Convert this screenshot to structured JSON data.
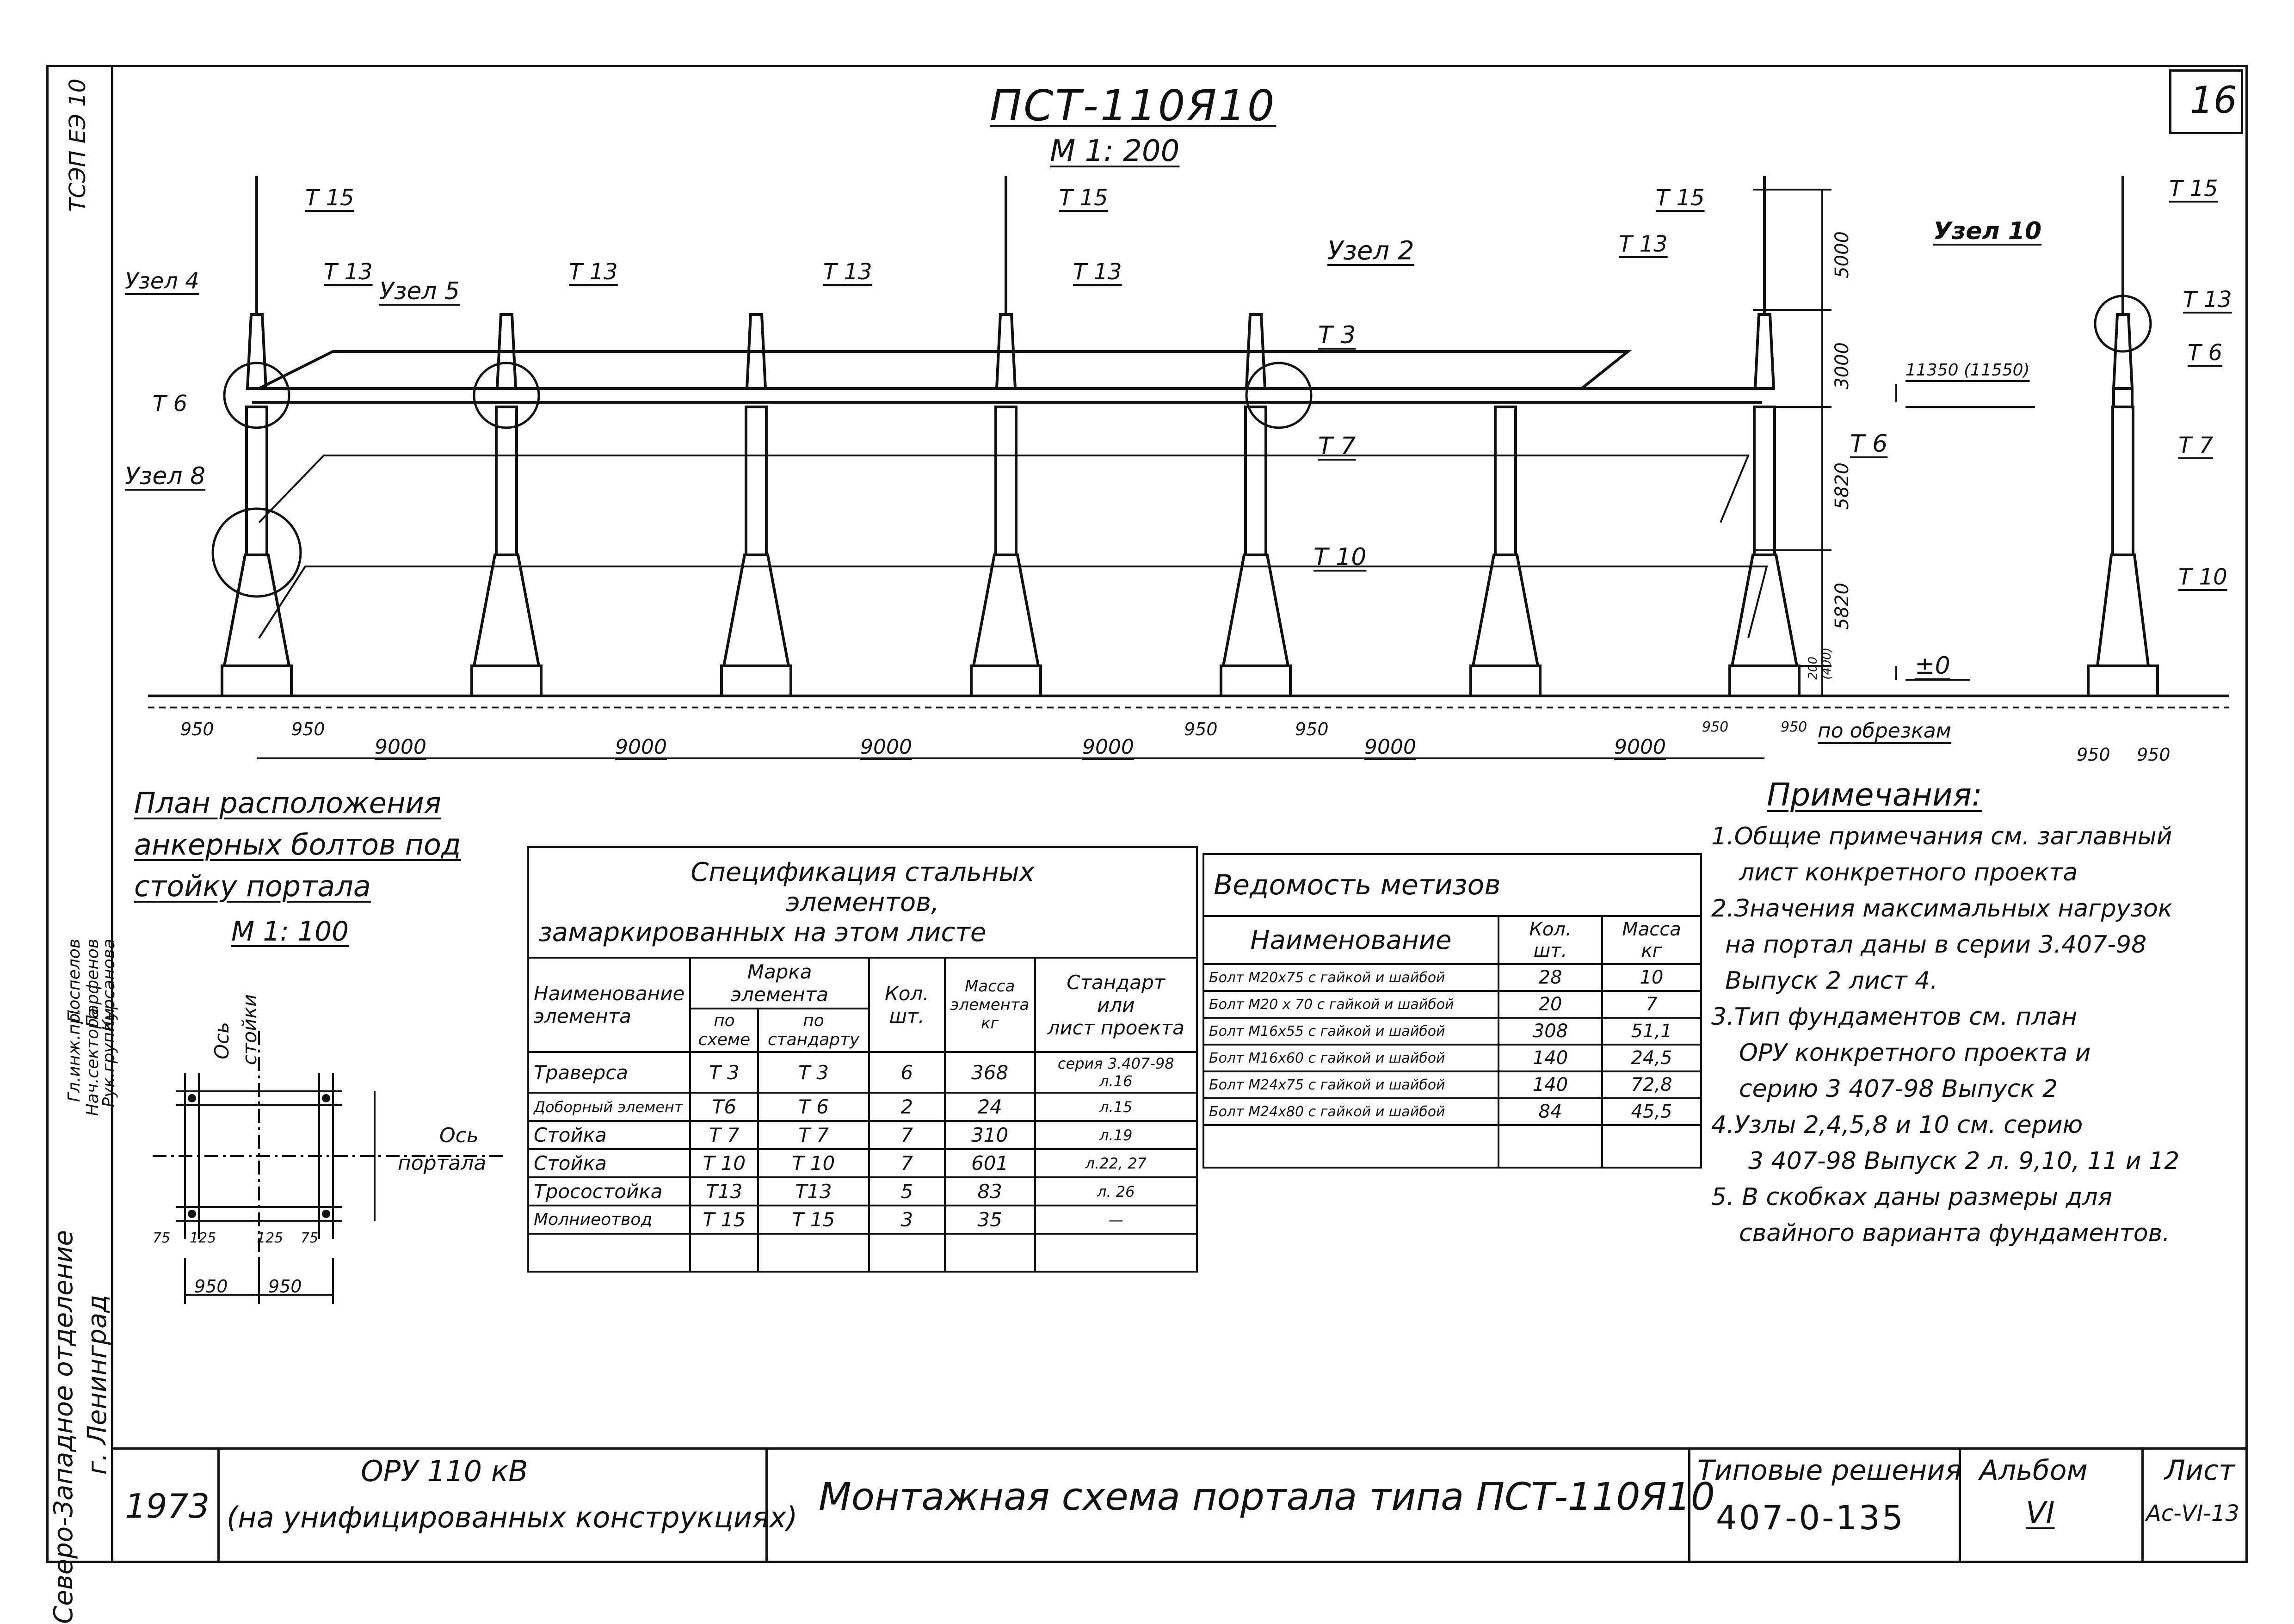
{
  "header": {
    "code": "ПСТ-110Я10",
    "scale": "М 1: 200",
    "sheet_num": "16"
  },
  "portal_labels": {
    "t15": "Т 15",
    "t13": "Т 13",
    "t3": "Т 3",
    "t6": "Т 6",
    "t7": "Т 7",
    "t10": "Т 10",
    "node2": "Узел 2",
    "node4": "Узел 4",
    "node5": "Узел 5",
    "node8": "Узел 8",
    "node10": "Узел 10",
    "dim_5000": "5000",
    "dim_3000": "3000",
    "dim_5820a": "5820",
    "dim_5820b": "5820",
    "dim_200": "200",
    "dim_400": "(400)",
    "elev_11350": "11350 (11550)",
    "elev_zero": "±0",
    "ground": "по обрезкам",
    "span": "9000",
    "half": "950"
  },
  "plan": {
    "title_lines": [
      "План расположения",
      "анкерных болтов под",
      "стойку портала"
    ],
    "scale": "М 1: 100",
    "axis_post": [
      "Ось",
      "стойки"
    ],
    "axis_portal": [
      "Ось",
      "портала"
    ],
    "d75": "75",
    "d125": "125",
    "d950": "950"
  },
  "spec": {
    "title_lines": [
      "Спецификация стальных",
      "элементов,",
      "замаркированных на этом листе"
    ],
    "h_name": [
      "Наименование",
      "элемента"
    ],
    "h_mark": "Марка элемента",
    "h_scheme": [
      "по",
      "схеме"
    ],
    "h_std": [
      "по",
      "стандарту"
    ],
    "h_qty": [
      "Кол.",
      "шт."
    ],
    "h_mass": [
      "Масса",
      "элемента",
      "кг"
    ],
    "h_standard": [
      "Стандарт",
      "или",
      "лист проекта"
    ],
    "rows": [
      {
        "name": "Траверса",
        "scheme": "Т 3",
        "std": "Т 3",
        "qty": "6",
        "mass": "368",
        "ref": "серия 3.407-98 л.16"
      },
      {
        "name": "Доборный элемент",
        "scheme": "Т6",
        "std": "Т 6",
        "qty": "2",
        "mass": "24",
        "ref": "л.15"
      },
      {
        "name": "Стойка",
        "scheme": "Т 7",
        "std": "Т 7",
        "qty": "7",
        "mass": "310",
        "ref": "л.19"
      },
      {
        "name": "Стойка",
        "scheme": "Т 10",
        "std": "Т 10",
        "qty": "7",
        "mass": "601",
        "ref": "л.22, 27"
      },
      {
        "name": "Тросостойка",
        "scheme": "Т13",
        "std": "Т13",
        "qty": "5",
        "mass": "83",
        "ref": "л. 26"
      },
      {
        "name": "Молниеотвод",
        "scheme": "Т 15",
        "std": "Т 15",
        "qty": "3",
        "mass": "35",
        "ref": "—"
      }
    ]
  },
  "hardware": {
    "title": "Ведомость метизов",
    "h_name": "Наименование",
    "h_qty": [
      "Кол.",
      "шт."
    ],
    "h_mass": [
      "Масса",
      "кг"
    ],
    "rows": [
      {
        "name": "Болт М20х75 с гайкой и шайбой",
        "qty": "28",
        "mass": "10"
      },
      {
        "name": "Болт М20 х 70 с гайкой и шайбой",
        "qty": "20",
        "mass": "7"
      },
      {
        "name": "Болт М16х55 с гайкой и шайбой",
        "qty": "308",
        "mass": "51,1"
      },
      {
        "name": "Болт М16х60 с гайкой и шайбой",
        "qty": "140",
        "mass": "24,5"
      },
      {
        "name": "Болт М24х75 с гайкой и шайбой",
        "qty": "140",
        "mass": "72,8"
      },
      {
        "name": "Болт М24х80 с гайкой и шайбой",
        "qty": "84",
        "mass": "45,5"
      }
    ]
  },
  "notes": {
    "title": "Примечания:",
    "lines": [
      "1.Общие примечания см. заглавный",
      "лист конкретного проекта",
      "2.Значения максимальных нагрузок",
      "на портал даны в серии 3.407-98",
      "Выпуск 2  лист 4.",
      "3.Тип фундаментов см. план",
      "ОРУ конкретного проекта и",
      "серию 3 407-98 Выпуск 2",
      "4.Узлы 2,4,5,8 и 10 см. серию",
      "3 407-98 Выпуск 2 л. 9,10, 11 и 12",
      "5. В скобках даны размеры для",
      "свайного варианта фундаментов."
    ]
  },
  "titleblock": {
    "year": "1973",
    "object_lines": [
      "ОРУ 110 кВ",
      "(на унифицированных конструкциях)"
    ],
    "drawing": "Монтажная схема портала типа ПСТ-110Я10",
    "series_title": "Типовые решения",
    "series_num": "407-0-135",
    "album_title": "Альбом",
    "album_num": "VI",
    "sheet_title": "Лист",
    "sheet_num": "Ас-VI-13"
  },
  "sidebar": {
    "org": "Северо-Западное отделение",
    "city": "г. Ленинград",
    "roles": [
      "Гл.инж.пр.",
      "Нач.сектора",
      "Рук.группы"
    ],
    "names": [
      "Поспелов",
      "Парфенов",
      "Курсанова"
    ],
    "topcode": "ТСЭП ЕЭ 10"
  }
}
